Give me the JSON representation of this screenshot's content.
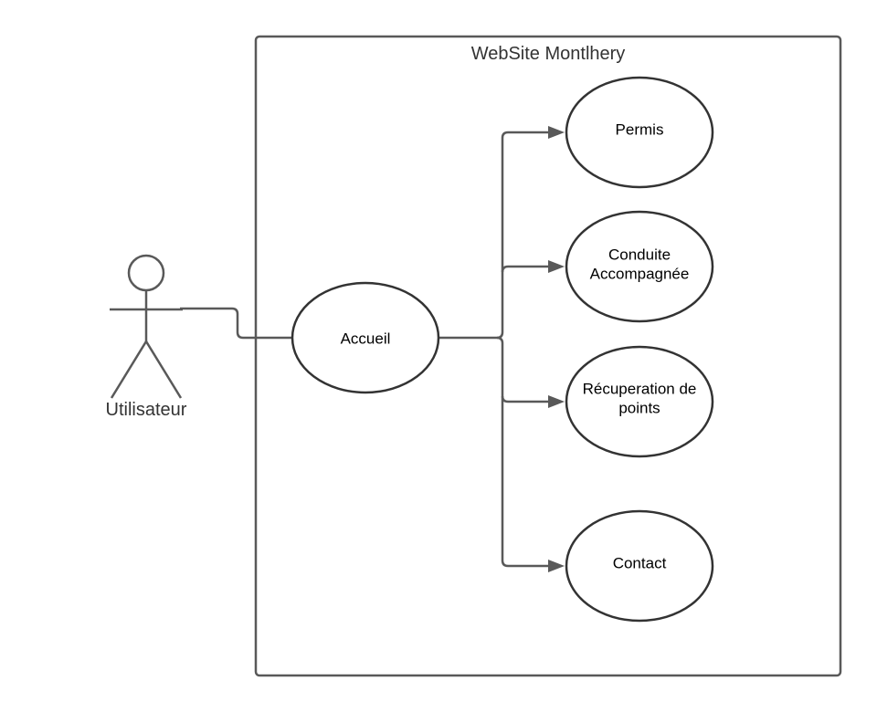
{
  "diagram": {
    "type": "uml-use-case",
    "system": {
      "title": "WebSite Montlhery"
    },
    "actor": {
      "name": "Utilisateur"
    },
    "use_cases": {
      "accueil": "Accueil",
      "permis": "Permis",
      "conduite_line1": "Conduite",
      "conduite_line2": "Accompagnée",
      "recuperation_line1": "Récuperation de",
      "recuperation_line2": "points",
      "contact": "Contact"
    },
    "colors": {
      "line": "#595959",
      "outline": "#333333",
      "background": "#ffffff"
    }
  }
}
